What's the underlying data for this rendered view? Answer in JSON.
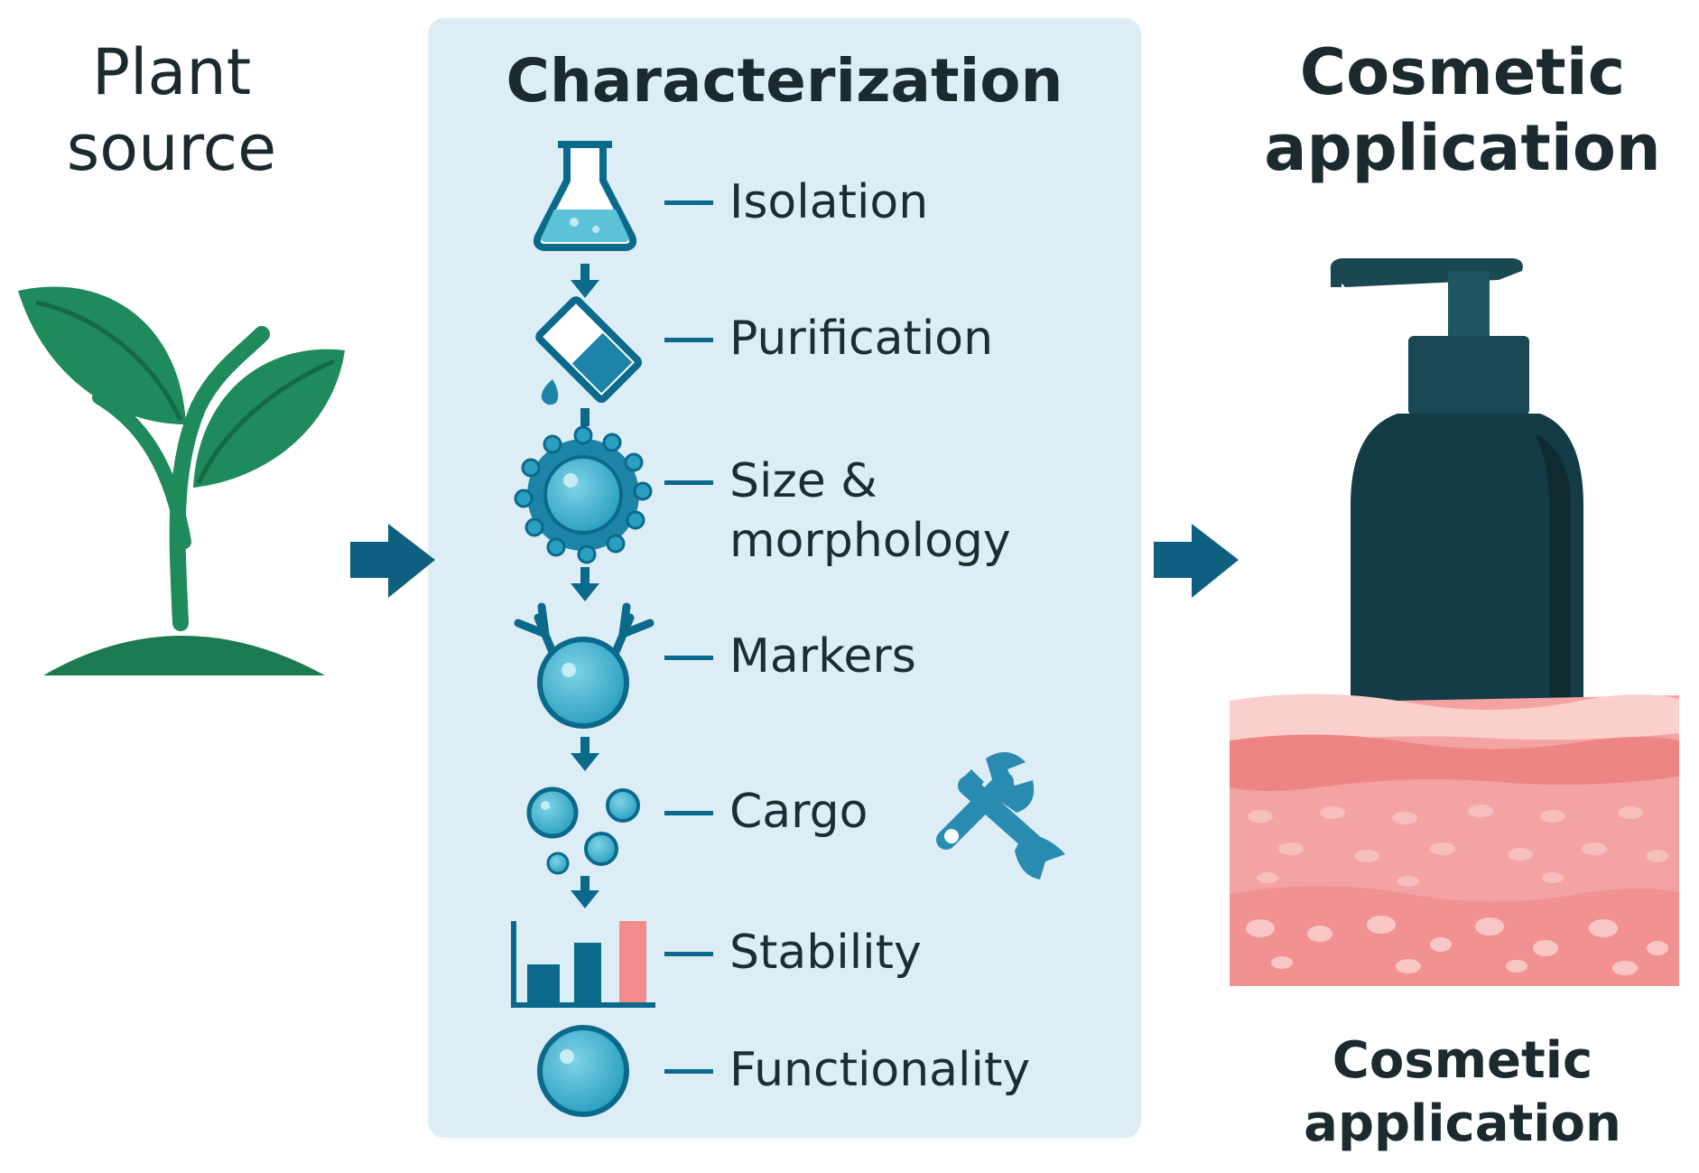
{
  "columns": {
    "plant": {
      "title": "Plant source"
    },
    "characterization": {
      "title": "Characterization",
      "steps": [
        {
          "label": "Isolation",
          "icon": "flask-icon"
        },
        {
          "label": "Purification",
          "icon": "test-tube-icon"
        },
        {
          "label": "Size & morphology",
          "icon": "vesicle-icon"
        },
        {
          "label": "Markers",
          "icon": "marker-vesicle-icon"
        },
        {
          "label": "Cargo",
          "icon": "bubbles-icon"
        },
        {
          "label": "Stability",
          "icon": "bar-chart-icon"
        },
        {
          "label": "Functionality",
          "icon": "sphere-icon"
        }
      ]
    },
    "cosmetic": {
      "title": "Cosmetic application",
      "caption": "Cosmetic application"
    }
  },
  "colors": {
    "panel": "#dcedf5",
    "accent": "#0b6a8c",
    "leaf": "#1f8a5b",
    "bottle": "#143c46",
    "skin": "#f4a3a3"
  },
  "icons": [
    "sprout-icon",
    "arrow-right-icon",
    "wrench-icon",
    "pump-bottle-icon",
    "skin-layers-icon"
  ]
}
